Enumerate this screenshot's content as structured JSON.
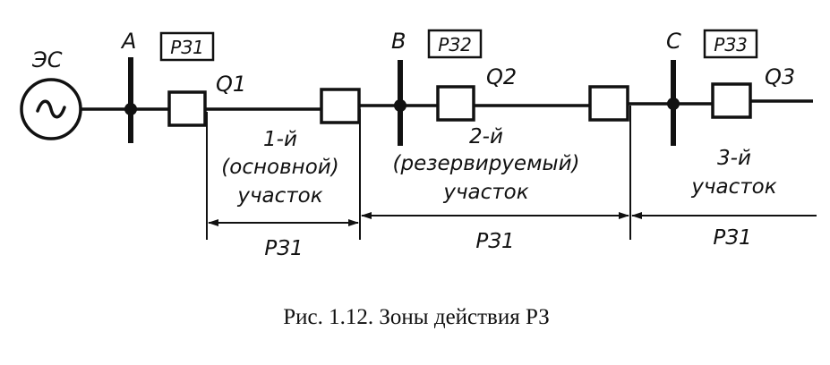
{
  "source": {
    "label": "ЭС",
    "symbol": "~"
  },
  "buses": [
    "A",
    "B",
    "C"
  ],
  "relays": [
    "РЗ1",
    "РЗ2",
    "РЗ3"
  ],
  "breakers": [
    "Q1",
    "Q2",
    "Q3"
  ],
  "sections": [
    {
      "number": "1-й",
      "type": "(основной)",
      "word": "участок"
    },
    {
      "number": "2-й",
      "type": "(резервируемый)",
      "word": "участок"
    },
    {
      "number": "3-й",
      "word": "участок"
    }
  ],
  "zone_labels": [
    "РЗ1",
    "РЗ1",
    "РЗ1"
  ],
  "caption": "Рис. 1.12. Зоны действия РЗ"
}
